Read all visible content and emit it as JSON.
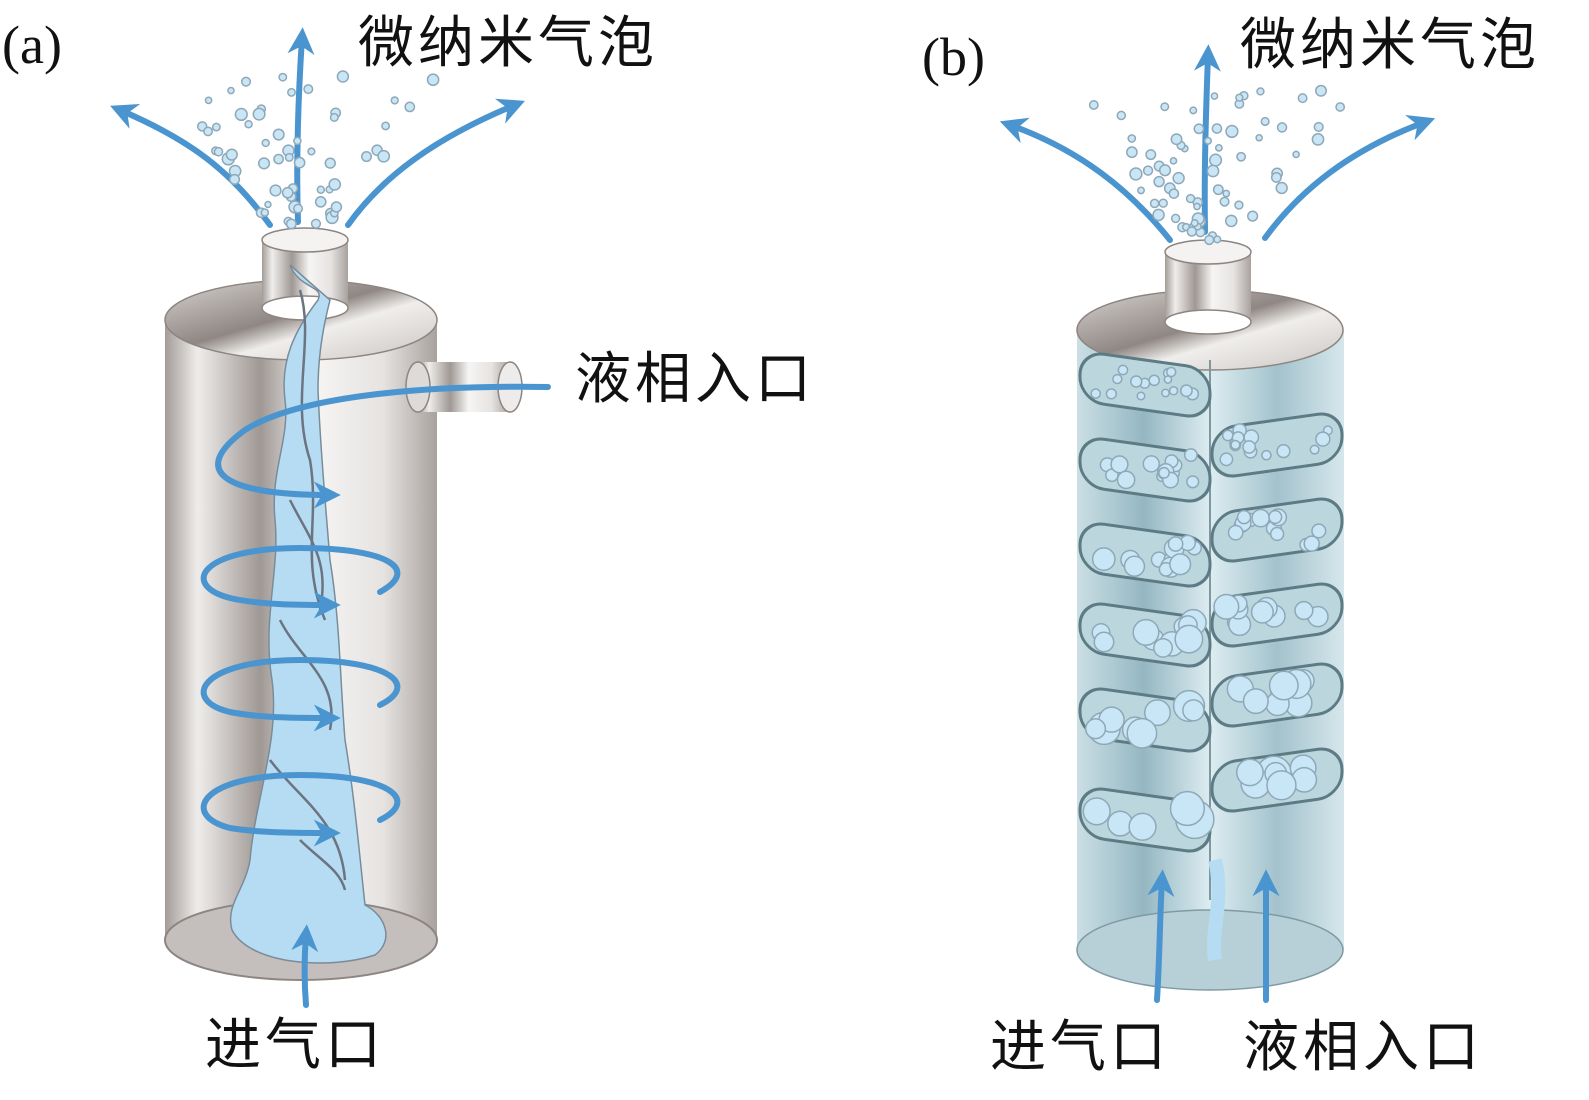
{
  "figure": {
    "panels": [
      {
        "id": "a",
        "panel_label": "(a)",
        "labels": {
          "outlet": "微纳米气泡",
          "liquid_inlet": "液相入口",
          "gas_inlet": "进气口"
        },
        "description": "swirl-type generator: liquid enters tangentially, gas core spirals upward, micro-nano bubbles exit top"
      },
      {
        "id": "b",
        "panel_label": "(b)",
        "labels": {
          "outlet": "微纳米气泡",
          "gas_inlet": "进气口",
          "liquid_inlet": "液相入口"
        },
        "description": "helical-plate generator: gas and liquid enter from bottom, bubbles shrink while rising along spiral plates"
      }
    ],
    "colors": {
      "arrow": "#4a95cf",
      "liquid": "#b5dcf2",
      "bubble_fill": "#c9e6f7",
      "bubble_stroke": "#8fa8b8",
      "steel_light": "#f2f0ee",
      "steel_dark": "#9d9591",
      "glass": "#a9c9d3",
      "plate_edge": "#5d7b85",
      "text": "#111111"
    }
  }
}
